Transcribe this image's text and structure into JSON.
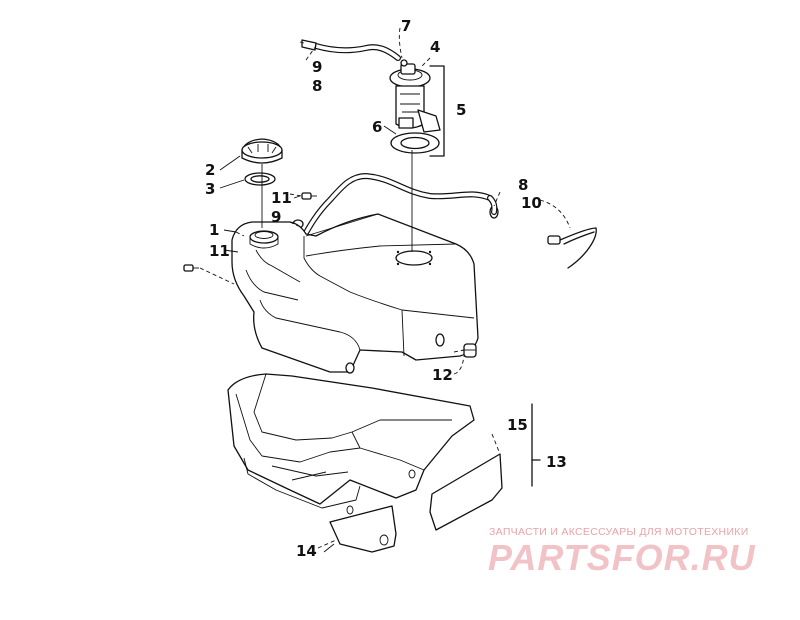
{
  "labels": {
    "p1": "1",
    "p2": "2",
    "p3": "3",
    "p4": "4",
    "p5": "5",
    "p6": "6",
    "p7": "7",
    "p8a": "8",
    "p8b": "8",
    "p9a": "9",
    "p9b": "9",
    "p10": "10",
    "p11a": "11",
    "p11b": "11",
    "p12": "12",
    "p13": "13",
    "p14": "14",
    "p15": "15"
  },
  "watermark": {
    "caption": "ЗАПЧАСТИ И АКСЕССУАРЫ ДЛЯ МОТОТЕХНИКИ",
    "logo": "PARTSFOR.RU",
    "color": "#f2c3c6"
  }
}
